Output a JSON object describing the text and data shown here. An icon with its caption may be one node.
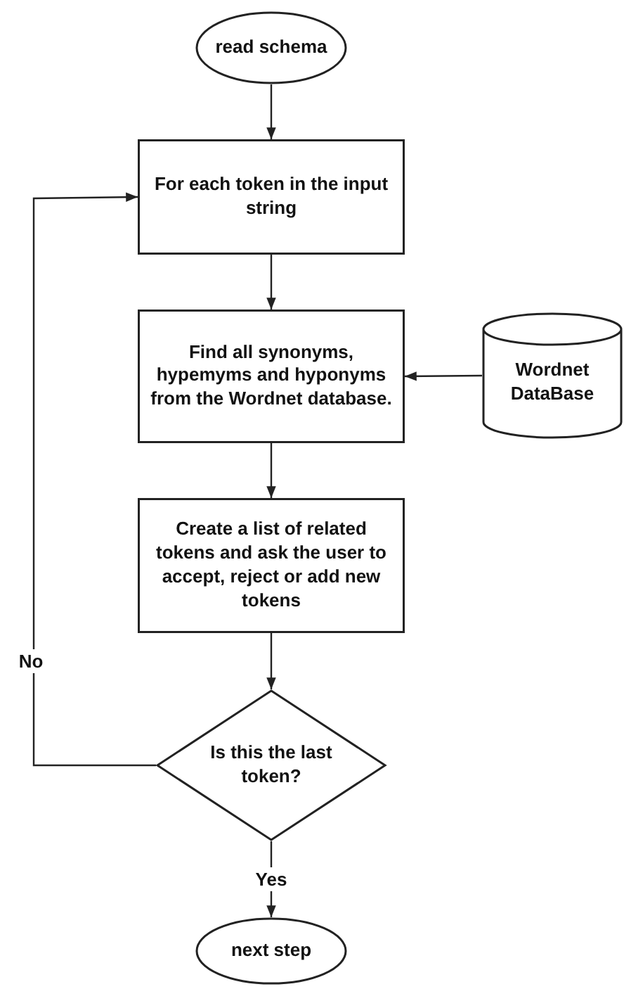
{
  "diagram": {
    "nodes": [
      {
        "text": [
          "read schema"
        ]
      },
      {
        "text": [
          "For each token in the input string"
        ]
      },
      {
        "text": [
          "Find all synonyms, hypemyms and hyponyms from the Wordnet database."
        ]
      },
      {
        "text": [
          "Wordnet DataBase"
        ]
      },
      {
        "text": [
          "Create a list of related tokens and ask the user to accept, reject or add new tokens"
        ]
      },
      {
        "text": [
          "Is this the last token?"
        ]
      },
      {
        "text": [
          "next step"
        ]
      }
    ],
    "edges": [
      {
        "from": 0,
        "to": 1,
        "arrow": "to"
      },
      {
        "from": 1,
        "to": 2,
        "arrow": "to"
      },
      {
        "from": 3,
        "to": 2,
        "arrow": "to"
      },
      {
        "from": 2,
        "to": 4,
        "arrow": "to"
      },
      {
        "from": 4,
        "to": 5,
        "arrow": "to"
      },
      {
        "from": 5,
        "to": 1,
        "arrow": "to",
        "label": "No"
      },
      {
        "from": 5,
        "to": 6,
        "arrow": "to",
        "label": "Yes"
      }
    ]
  }
}
